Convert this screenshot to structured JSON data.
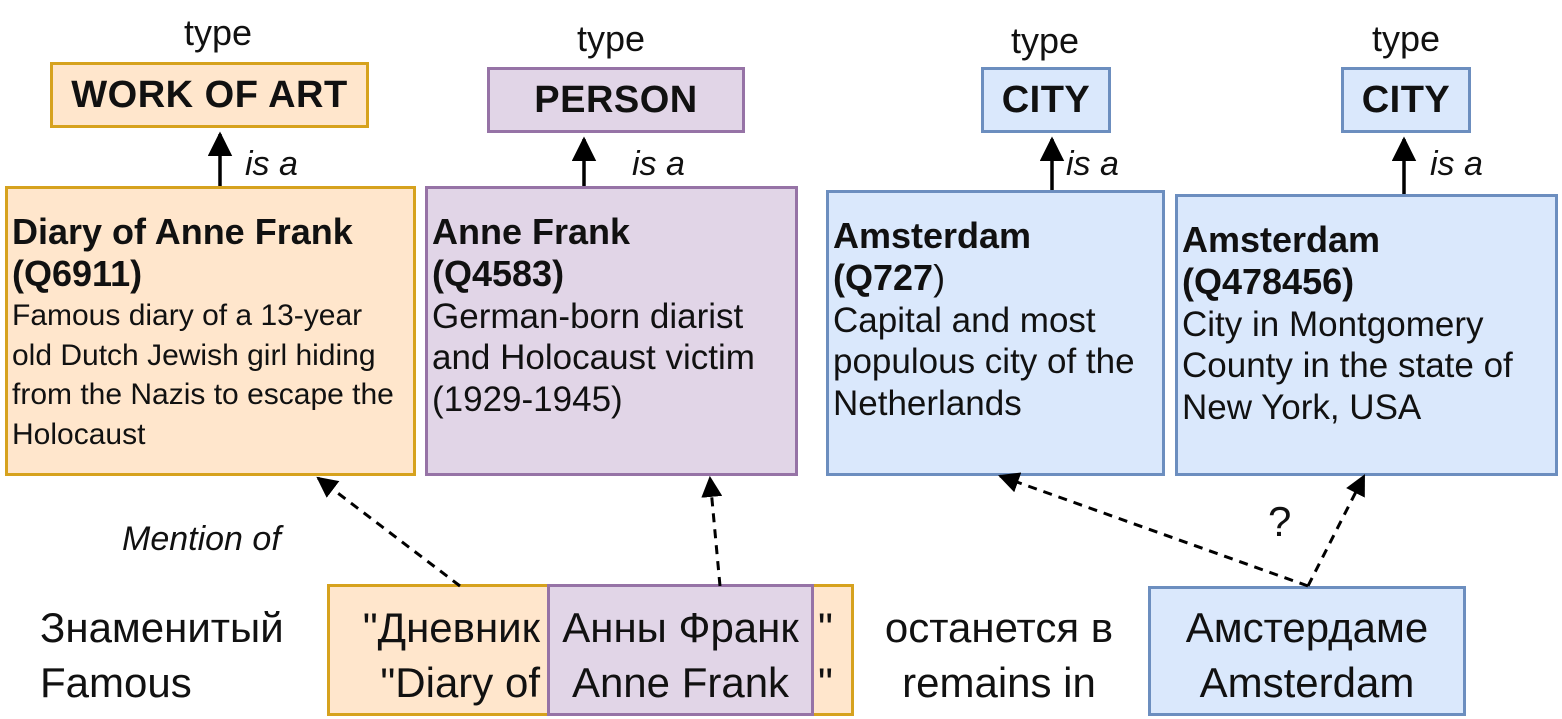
{
  "type_labels": [
    "type",
    "type",
    "type",
    "type"
  ],
  "types": [
    "WORK OF ART",
    "PERSON",
    "CITY",
    "CITY"
  ],
  "isa_label": "is a",
  "entities": [
    {
      "title": "Diary of Anne Frank",
      "qid": "(Q6911)",
      "qtail": "",
      "desc": "Famous diary of a 13-year old Dutch Jewish girl hiding from the Nazis to escape the Holocaust"
    },
    {
      "title": "Anne Frank",
      "qid": "(Q4583)",
      "qtail": "",
      "desc": "German-born diarist and Holocaust victim (1929-1945)"
    },
    {
      "title": "Amsterdam",
      "qid": "(Q727",
      "qtail": ")",
      "desc": "Capital and most populous city of the Netherlands"
    },
    {
      "title": "Amsterdam",
      "qid": "(Q478456)",
      "qtail": "",
      "desc": "City in Montgomery County in the state of New York, USA"
    }
  ],
  "mention_label": "Mention of",
  "question_mark": "?",
  "sentence": {
    "w1": {
      "ru": "Знаменитый",
      "en": "Famous"
    },
    "w2": {
      "ru": "\"Дневник",
      "en": "\"Diary of"
    },
    "w3": {
      "ru": "Анны Франк",
      "en": "Anne Frank"
    },
    "w4": {
      "ru": "\"",
      "en": "\""
    },
    "w5": {
      "ru": "останется в",
      "en": "remains in"
    },
    "w6": {
      "ru": "Амстердаме",
      "en": "Amsterdam"
    }
  },
  "colors": {
    "work_of_art_fill": "#ffe6cc",
    "work_of_art_border": "#d6a21e",
    "person_fill": "#e1d5e7",
    "person_border": "#9673a6",
    "city_fill": "#dae8fc",
    "city_border": "#6c8ebf"
  }
}
